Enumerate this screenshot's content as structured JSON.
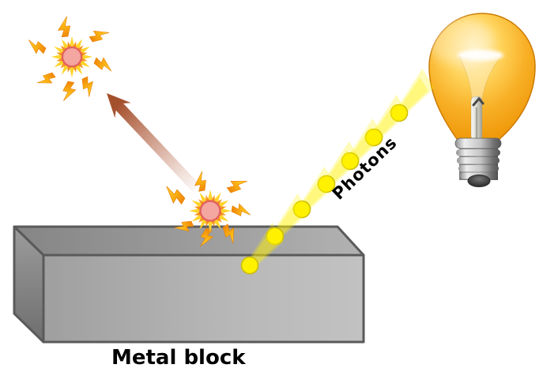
{
  "diagram": {
    "background_color": "#FFFFFF",
    "labels": {
      "photons": "Photons",
      "metal_block": "Metal block"
    },
    "label_color": "#000000",
    "photons": {
      "count": 7,
      "color": "#FFF200",
      "outline_color": "#CDBD00",
      "beam_color": "#FFF200"
    },
    "light_bulb": {
      "glass_color": "#F8B026",
      "glass_rim_color": "#CC7A00",
      "base_color": "#C6C6C6",
      "contact_color": "#3E3E3E"
    },
    "metal_block": {
      "front_color": "#B3B3B3",
      "top_color": "#979797",
      "side_color": "#8C8C8C",
      "outline_color": "#5A5A5A"
    },
    "electron_arrow": {
      "color": "#A5502D"
    },
    "sparks": {
      "count": 2,
      "core_color": "#F4A6A1",
      "core_ring_color": "#E2635C",
      "burst_orange": "#F6921E",
      "burst_yellow": "#FFD42A",
      "bolt_color": "#F59300"
    }
  }
}
